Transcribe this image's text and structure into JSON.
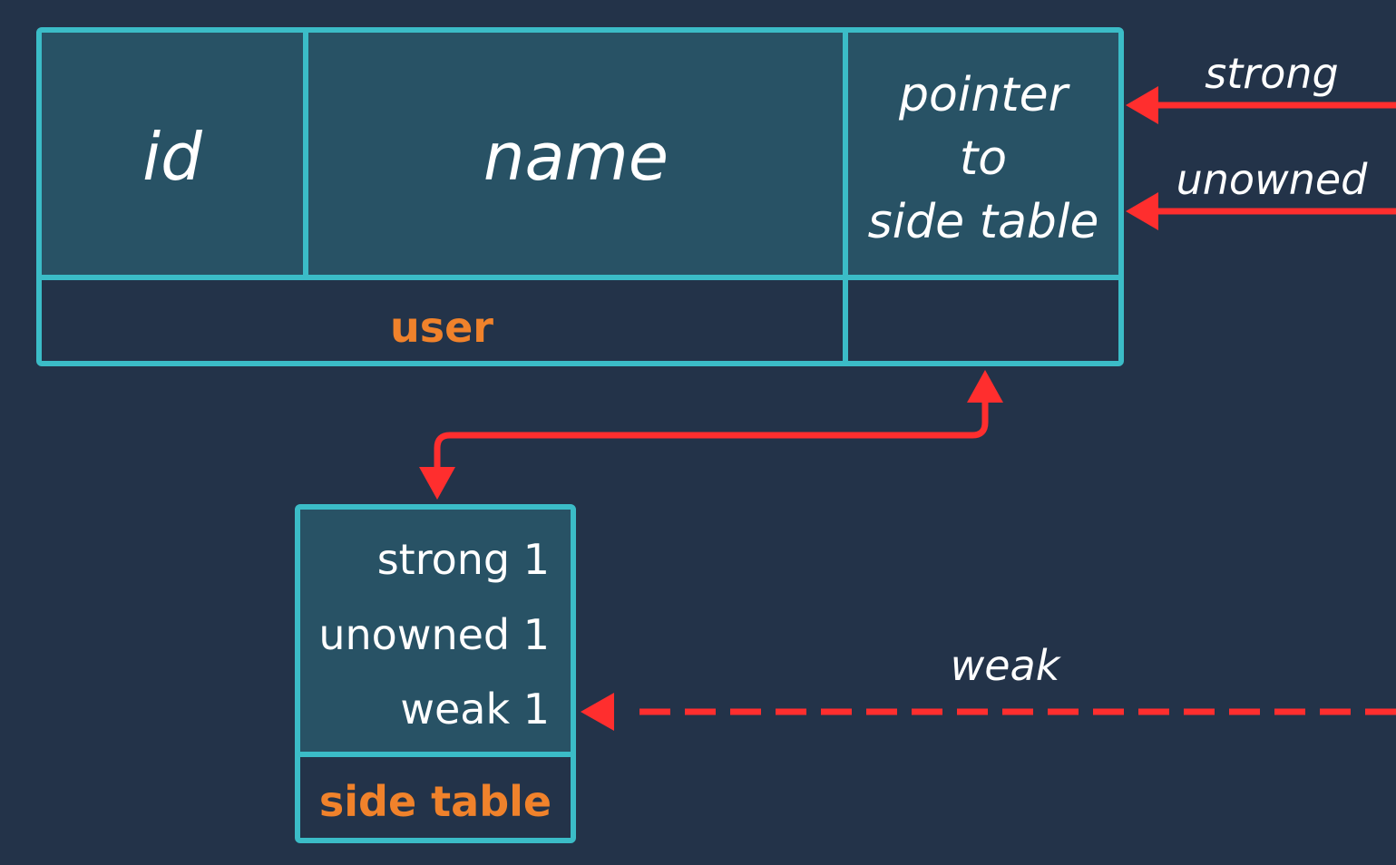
{
  "object": {
    "fields": {
      "id": "id",
      "name": "name",
      "pointer_line1": "pointer",
      "pointer_line2": "to",
      "pointer_line3": "side table"
    },
    "label": "user"
  },
  "side_table": {
    "counters": {
      "strong": "strong 1",
      "unowned": "unowned 1",
      "weak": "weak 1"
    },
    "label": "side table"
  },
  "references": {
    "strong": "strong",
    "unowned": "unowned",
    "weak": "weak"
  },
  "colors": {
    "background": "#233349",
    "cell_fill": "#285265",
    "border": "#3bbcc7",
    "arrow": "#ff2e2e",
    "label": "#f0822b",
    "text": "#ffffff"
  }
}
